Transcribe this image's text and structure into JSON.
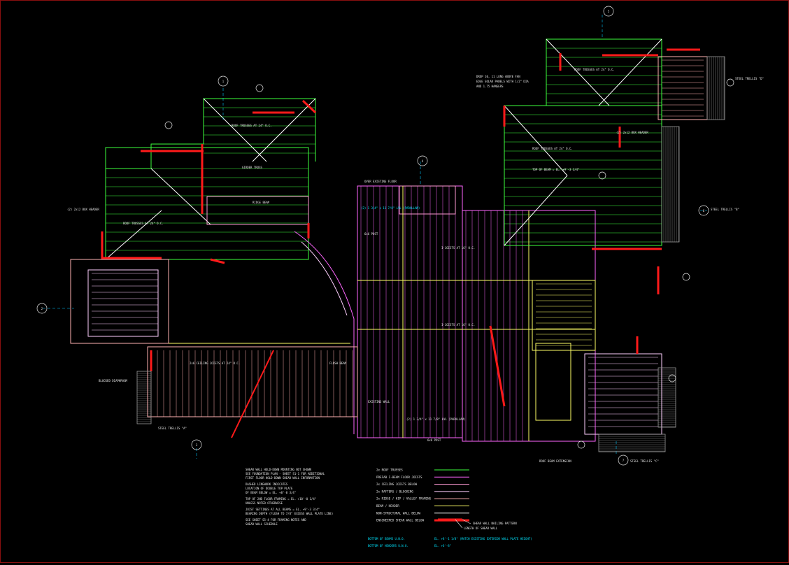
{
  "general_notes": [
    "SHEAR WALL HOLD-DOWN MOUNTING NOT SHOWN",
    "SEE FOUNDATION PLAN - SHEET S1-1 FOR ADDITIONAL",
    "FIRST FLOOR HOLD-DOWN SHEAR WALL INFORMATION",
    "DASHED LINEWORK INDICATES",
    "LOCATION OF DOUBLE TOP PLATE",
    "OF BEAM BELOW = EL. +8'-0 3/4\"",
    "TOP OF 2ND FLOOR FRAMING = EL. +10'-0 1/4\"",
    "UNLESS NOTED OTHERWISE",
    "JOIST SETTINGS AT ALL BEAMS = EL. +9'-3 3/4\"",
    "BEARING DEPTH (FLUSH TO 7/8\" EXCESS WALL PLATE LINE)",
    "SEE SHEET S5-4 FOR FRAMING NOTES AND",
    "SHEAR WALL SCHEDULE"
  ],
  "legend": [
    {
      "label": "2x ROOF TRUSSES",
      "color": "#3cff3c",
      "dash": "none"
    },
    {
      "label": "PREFAB I-BEAM FLOOR JOISTS",
      "color": "#ff66ff",
      "dash": "none"
    },
    {
      "label": "2x CEILING JOISTS BELOW",
      "color": "#ff9ad5",
      "dash": "none"
    },
    {
      "label": "2x RAFTERS / BLOCKING",
      "color": "#ffd0ff",
      "dash": "none"
    },
    {
      "label": "2x RIDGE / HIP / VALLEY FRAMING",
      "color": "#ffb2b2",
      "dash": "none"
    },
    {
      "label": "BEAM / HEADER",
      "color": "#ffff66",
      "dash": "none"
    },
    {
      "label": "NON-STRUCTURAL WALL BELOW",
      "color": "#ffffff",
      "dash": "none"
    },
    {
      "label": "ENGINEERED SHEAR WALL BELOW",
      "color": "#ff1a1a",
      "dash": "none"
    }
  ],
  "shear_note": [
    "SHEAR WALL NAILING PATTERN",
    "LENGTH OF SHEAR WALL"
  ],
  "elevations": [
    {
      "label": "BOTTOM OF BEAMS U.N.O.",
      "value": "EL. +8'-1 1/8\" (MATCH EXISTING EXTERIOR WALL PLATE HEIGHT)"
    },
    {
      "label": "BOTTOM OF HEADERS U.N.O.",
      "value": "EL. +6'-8\""
    }
  ],
  "labels": {
    "steel_trellis_a": "STEEL TRELLIS \"A\"",
    "steel_trellis_b": "STEEL TRELLIS \"B\"",
    "steel_trellis_c": "STEEL TRELLIS \"C\"",
    "steel_trellis_d": "STEEL TRELLIS \"D\"",
    "roof_trusses_24": "ROOF TRUSSES AT 24\" O.C.",
    "ceiling_joists_24": "2x6 CEILING JOISTS AT 24\" O.C.",
    "top_of_beam": "TOP OF BEAM = EL. +9'-3 3/4\"",
    "girder_truss": "GIRDER TRUSS",
    "lvl_note": "(2) 1 3/4\" x 11 7/8\" LVL (PARALLAM)",
    "post": "6x6 POST",
    "flush_beam": "FLUSH BEAM",
    "box_header": "(2) 2x12 BOX HEADER",
    "roof_beam_ext": "ROOF BEAM EXTENSION",
    "over_existing": "OVER EXISTING FLOOR",
    "existing_wall": "EXISTING WALL",
    "blocked_diaphragm": "BLOCKED DIAPHRAGM",
    "joists_16": "I-JOISTS AT 16\" O.C.",
    "ridge_beam": "RIDGE BEAM",
    "truss_note_1": "DROP 10, 11 LONG ABOVE FAN",
    "truss_note_2": "EDGE SOLAR PANELS WITH 1/2\" DIA",
    "truss_note_3": "AND 1.75 HANGERS"
  }
}
